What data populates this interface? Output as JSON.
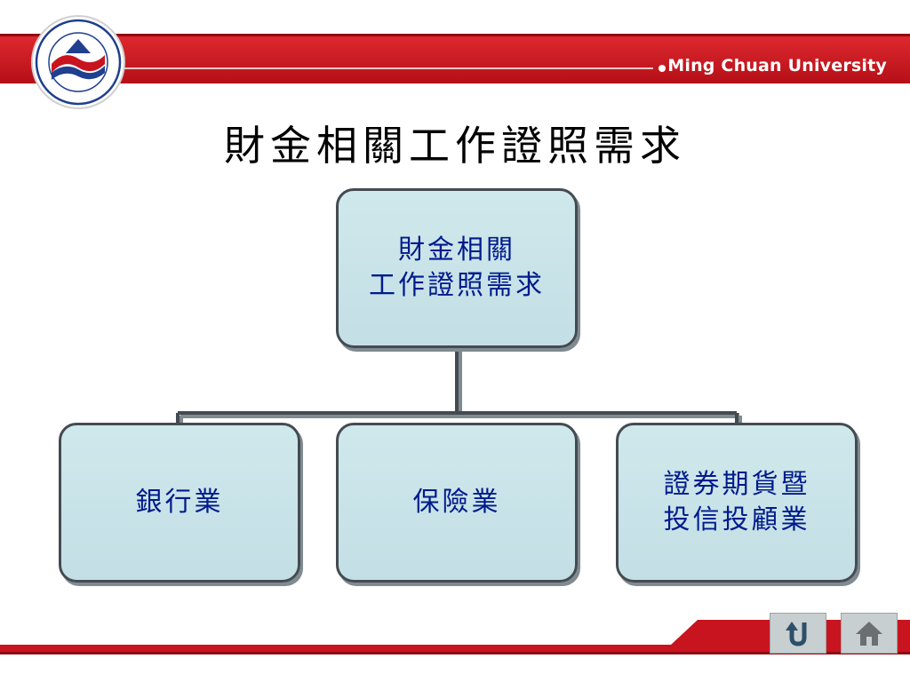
{
  "header": {
    "brand": "Ming Chuan University",
    "logo_icon": "ming-chuan-university-seal"
  },
  "title": "財金相關工作證照需求",
  "diagram": {
    "root": {
      "lines": [
        "財金相關",
        "工作證照需求"
      ]
    },
    "children": [
      {
        "lines": [
          "銀行業"
        ]
      },
      {
        "lines": [
          "保險業"
        ]
      },
      {
        "lines": [
          "證券期貨暨",
          "投信投顧業"
        ]
      }
    ]
  },
  "nav": {
    "back_icon": "return-arrow-icon",
    "home_icon": "home-icon"
  },
  "colors": {
    "red": "#c8141f",
    "box_fill": "#c8e3e8",
    "box_text": "#001a8c",
    "box_border": "#444b50"
  }
}
